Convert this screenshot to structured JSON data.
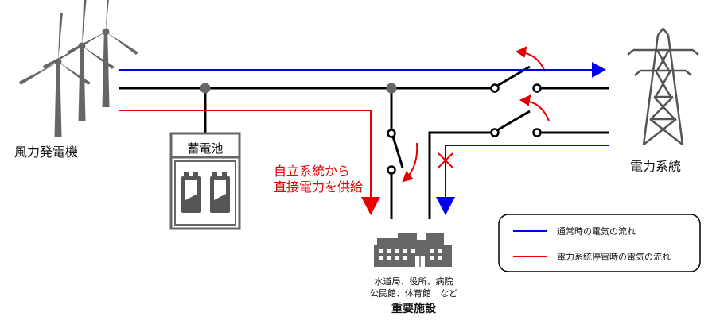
{
  "labels": {
    "wind_farm": "風力発電機",
    "battery": "蓄電池",
    "power_grid": "電力系統",
    "island_line1": "自立系統から",
    "island_line2": "直接電力を供給",
    "facility_line1": "水道局、役所、病院",
    "facility_line2": "公民館、体育館　など",
    "important_facility": "重要施設"
  },
  "legend": {
    "normal_flow": "通常時の電気の流れ",
    "outage_flow": "電力系統停電時の電気の流れ"
  },
  "colors": {
    "normal_flow": "#0000ee",
    "outage_flow": "#ee0000",
    "line": "#000000",
    "equipment": "#666666"
  }
}
